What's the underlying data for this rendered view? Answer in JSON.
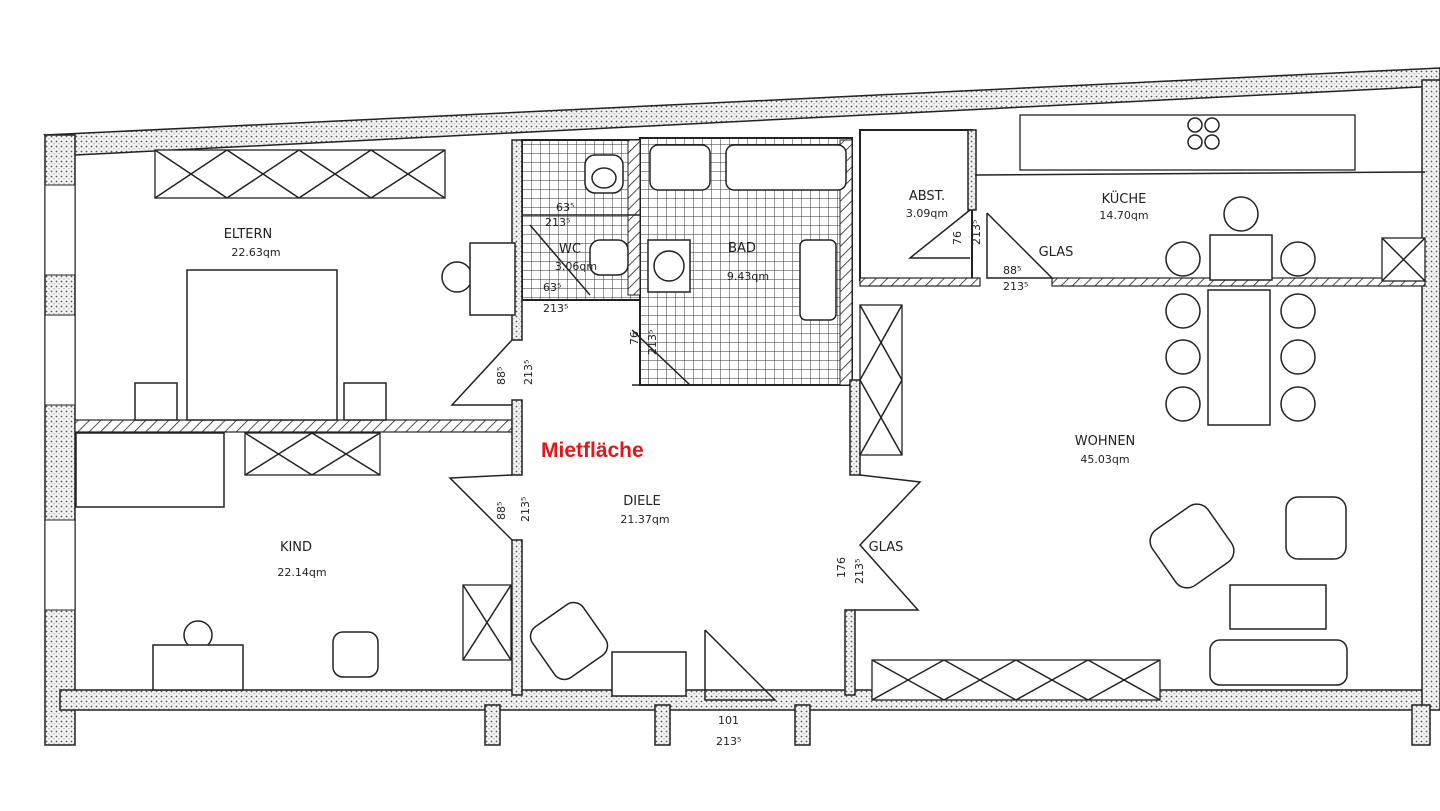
{
  "annotation": {
    "label": "Mietfläche",
    "color": "#e3161b"
  },
  "rooms": {
    "eltern": {
      "name": "ELTERN",
      "area": "22.63qm"
    },
    "wc": {
      "name": "WC",
      "area": "3.06qm"
    },
    "bad": {
      "name": "BAD",
      "area": "9.43qm"
    },
    "abst": {
      "name": "ABST.",
      "area": "3.09qm"
    },
    "kueche": {
      "name": "KÜCHE",
      "area": "14.70qm"
    },
    "wohnen": {
      "name": "WOHNEN",
      "area": "45.03qm"
    },
    "diele": {
      "name": "DIELE",
      "area": "21.37qm"
    },
    "kind": {
      "name": "KIND",
      "area": "22.14qm"
    }
  },
  "door_notes": {
    "glas_kueche": "GLAS",
    "glas_wohnen": "GLAS"
  },
  "dimensions": {
    "wc_top": [
      "63⁵",
      "213⁵"
    ],
    "wc_bottom": [
      "63⁵",
      "213⁵"
    ],
    "eltern_door": [
      "88⁵",
      "213⁵"
    ],
    "bad_door": [
      "76",
      "213⁵"
    ],
    "diele_door": [
      "88⁵",
      "213⁵"
    ],
    "abst_door": [
      "76",
      "213⁵"
    ],
    "kueche_door": [
      "88⁵",
      "213⁵"
    ],
    "wohnen_door": [
      "176",
      "213⁵"
    ],
    "entrance_door": [
      "101",
      "213⁵"
    ]
  }
}
